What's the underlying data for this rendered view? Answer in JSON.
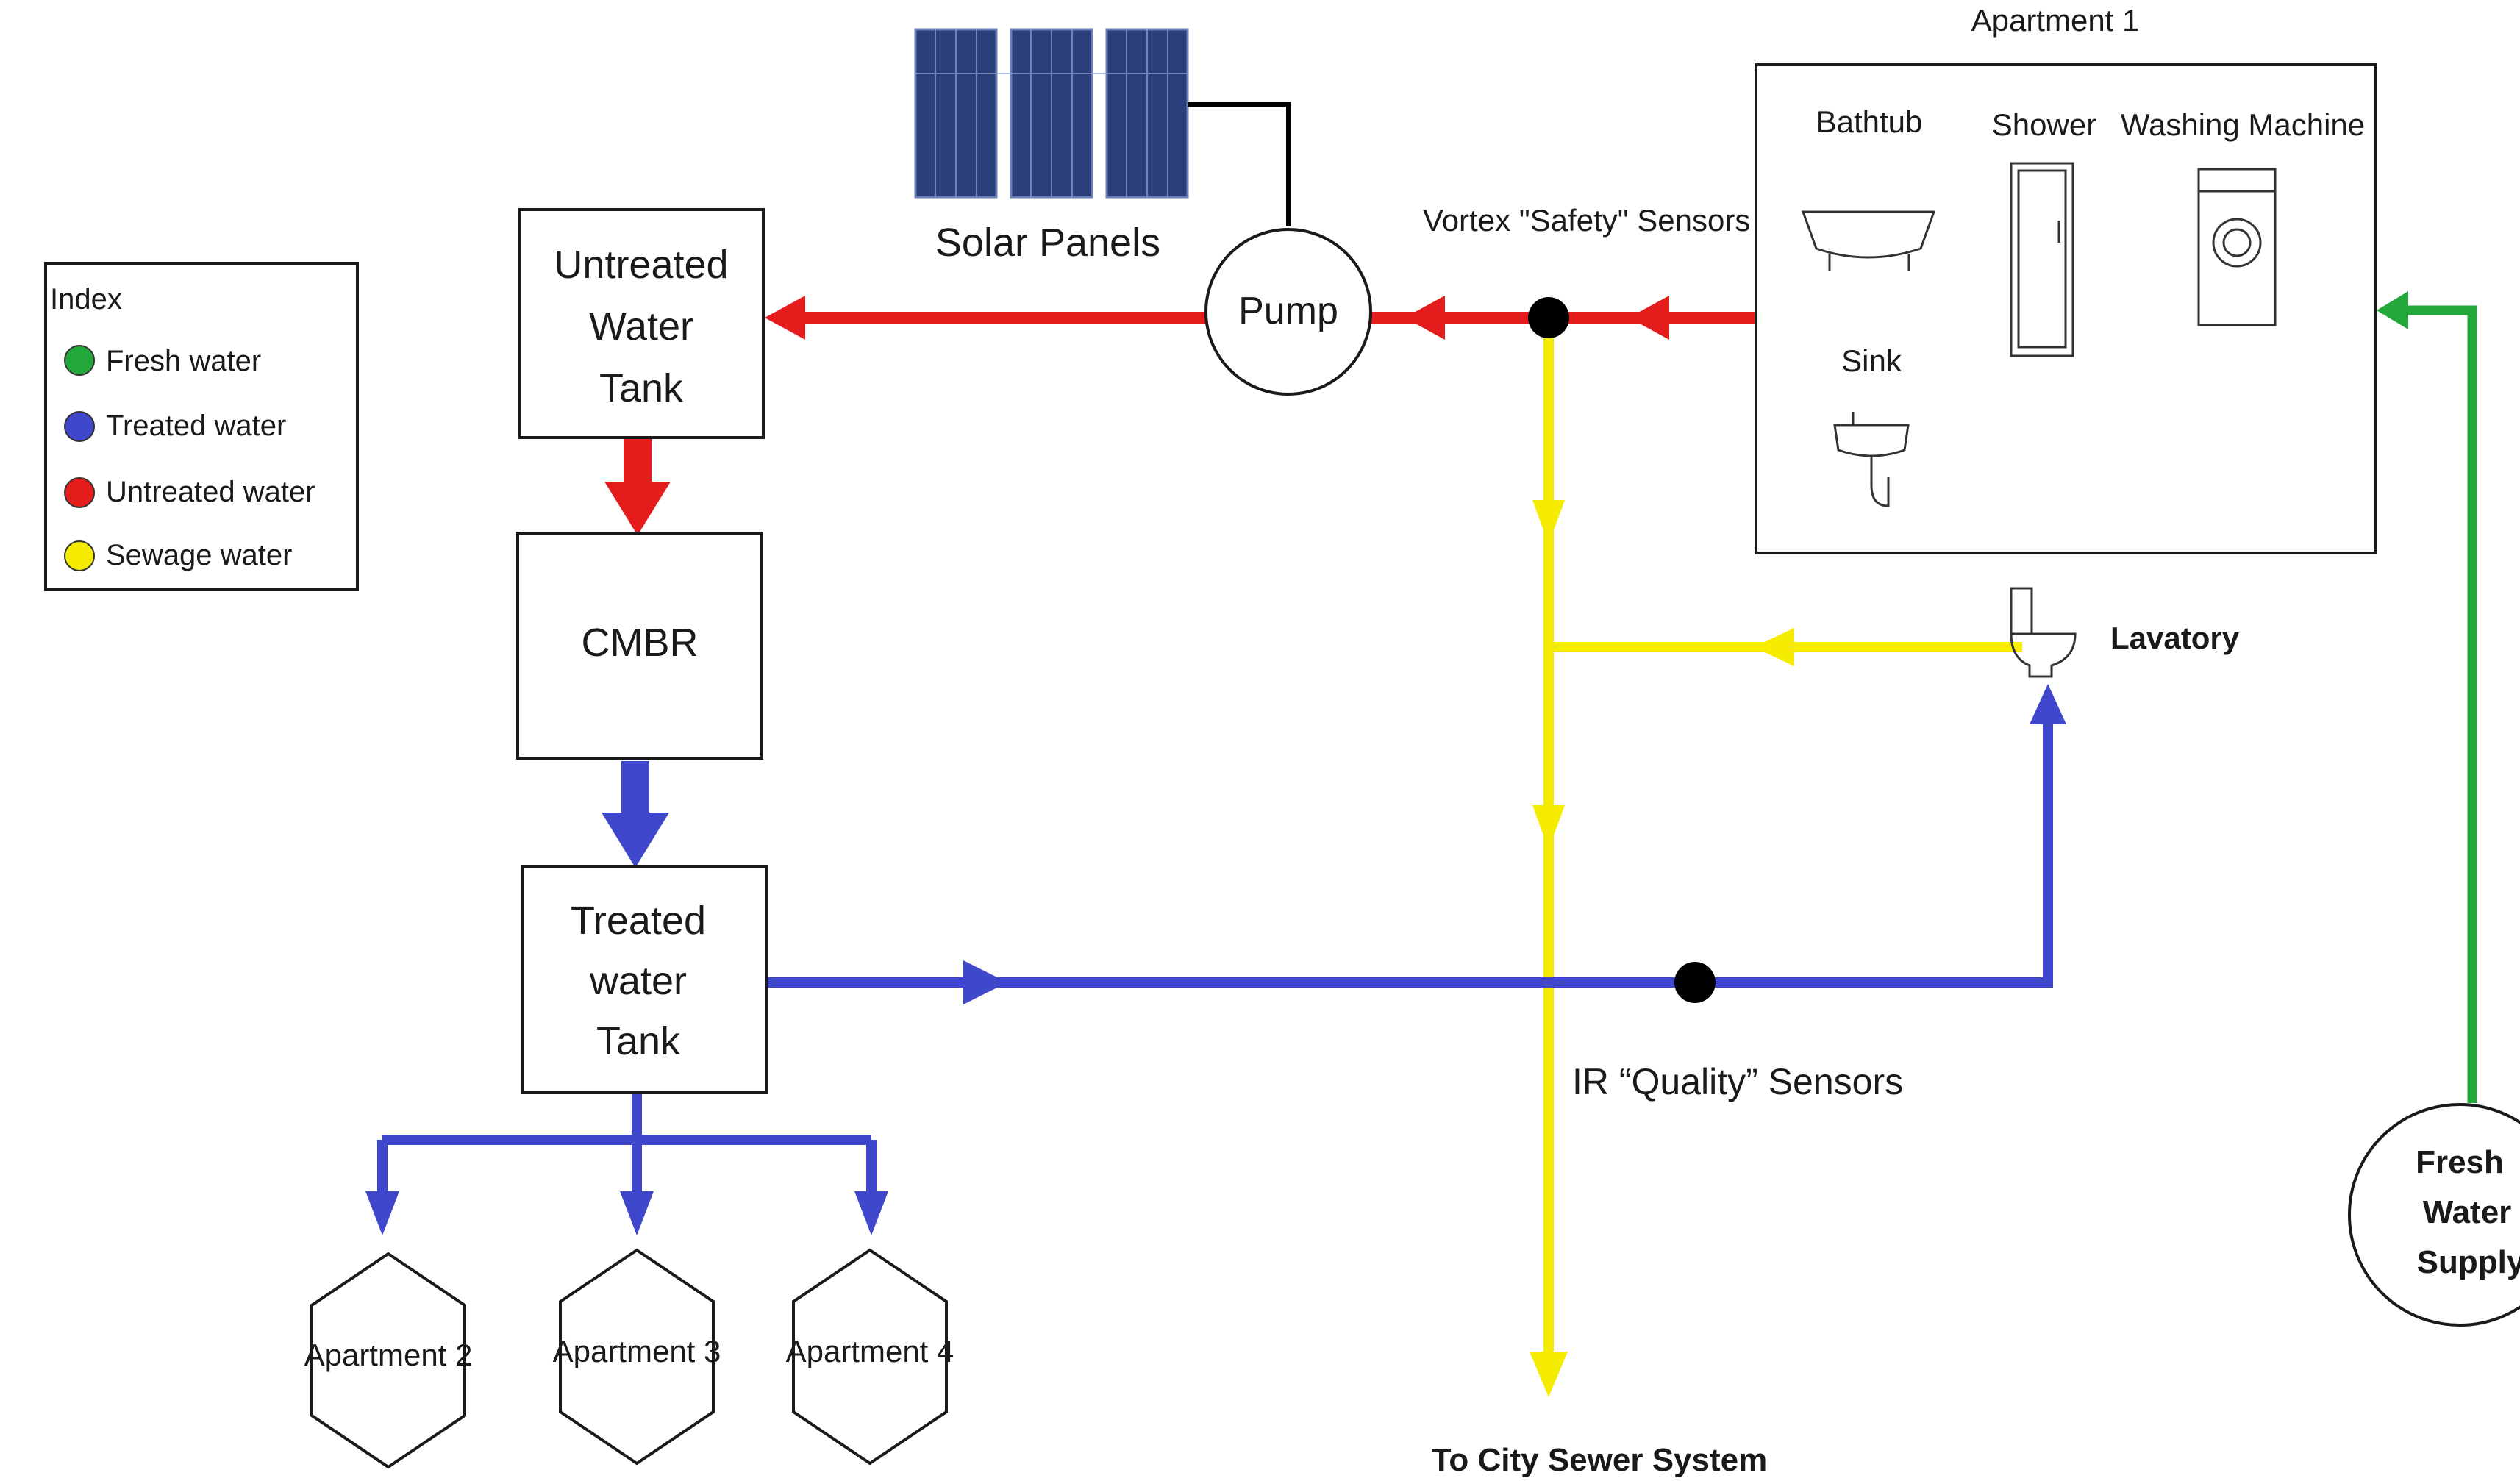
{
  "colors": {
    "fresh": "#22a83a",
    "treated": "#3f48cc",
    "untreated": "#e41c1c",
    "sewage": "#f5ec00",
    "ink": "#1a1a1a",
    "solar": "#2b3f7a"
  },
  "legend": {
    "title": "Index",
    "items": [
      {
        "label": "Fresh water",
        "color": "#22a83a"
      },
      {
        "label": "Treated water",
        "color": "#3f48cc"
      },
      {
        "label": "Untreated water",
        "color": "#e41c1c"
      },
      {
        "label": "Sewage water",
        "color": "#f5ec00"
      }
    ]
  },
  "nodes": {
    "untreated_tank": {
      "lines": [
        "Untreated",
        "Water",
        "Tank"
      ]
    },
    "cmbr": {
      "label": "CMBR"
    },
    "treated_tank": {
      "lines": [
        "Treated",
        "water",
        "Tank"
      ]
    },
    "pump": {
      "label": "Pump"
    },
    "solar_panels": {
      "label": "Solar Panels",
      "icon": "solar-panel-icon"
    },
    "apartment1": {
      "title": "Apartment 1",
      "fixtures": [
        {
          "label": "Bathtub",
          "icon": "bathtub-icon"
        },
        {
          "label": "Shower",
          "icon": "shower-icon"
        },
        {
          "label": "Washing Machine",
          "icon": "washing-machine-icon"
        },
        {
          "label": "Sink",
          "icon": "sink-icon"
        }
      ]
    },
    "lavatory": {
      "label": "Lavatory",
      "icon": "toilet-icon"
    },
    "fresh_supply": {
      "lines": [
        "Fresh",
        "Water",
        "Supply"
      ]
    },
    "apartments": [
      "Apartment 2",
      "Apartment 3",
      "Apartment 4"
    ],
    "sewer": {
      "label": "To City Sewer System"
    }
  },
  "sensors": {
    "vortex": "Vortex \"Safety\" Sensors",
    "ir": "IR “Quality” Sensors"
  }
}
